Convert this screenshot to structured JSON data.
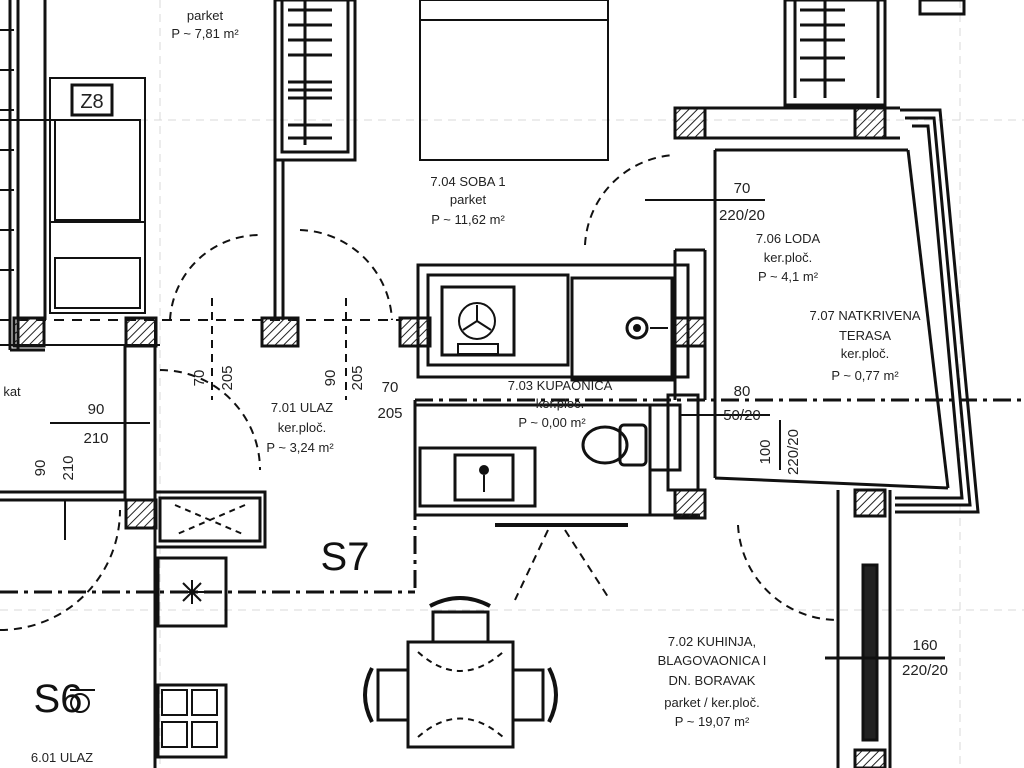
{
  "rooms": {
    "top_left": {
      "finish": "parket",
      "area": "P ~ 7,81 m²"
    },
    "soba1": {
      "name": "7.04 SOBA 1",
      "finish": "parket",
      "area": "P ~ 11,62 m²"
    },
    "lodja": {
      "name": "7.06 LODA",
      "finish": "ker.ploč.",
      "area": "P ~ 4,1 m²"
    },
    "terasa": {
      "name": "7.07 NATKRIVENA",
      "name2": "TERASA",
      "finish": "ker.ploč.",
      "area": "P ~ 0,77 m²"
    },
    "kupaonica": {
      "name": "7.03 KUPAONICA",
      "finish": "ker.ploč.",
      "area": "P ~ 0,00 m²"
    },
    "ulaz": {
      "name": "7.01 ULAZ",
      "finish": "ker.ploč.",
      "area": "P ~ 3,24 m²"
    },
    "kuhinja": {
      "name": "7.02 KUHINJA,",
      "name2": "BLAGOVAONICA I",
      "name3": "DN. BORAVAK",
      "finish": "parket / ker.ploč.",
      "area": "P ~ 19,07 m²"
    },
    "ulaz_s6": {
      "name": "6.01 ULAZ"
    },
    "left_edge": {
      "label": "kat"
    }
  },
  "labels": {
    "z8": "Z8",
    "s7": "S7",
    "s6": "S6"
  },
  "dimensions": {
    "d1_top": "70",
    "d1_bot": "220/20",
    "d2_top": "90",
    "d2_bot": "210",
    "d3_top": "70",
    "d3_bot": "205",
    "d4_top": "90",
    "d4_bot": "205",
    "d5_top": "70",
    "d5_bot": "205",
    "d6_top": "90",
    "d6_bot": "210",
    "d7_top": "80",
    "d7_bot": "50/20",
    "d8_top": "100",
    "d8_bot": "220/20",
    "d9_top": "160",
    "d9_bot": "220/20"
  }
}
